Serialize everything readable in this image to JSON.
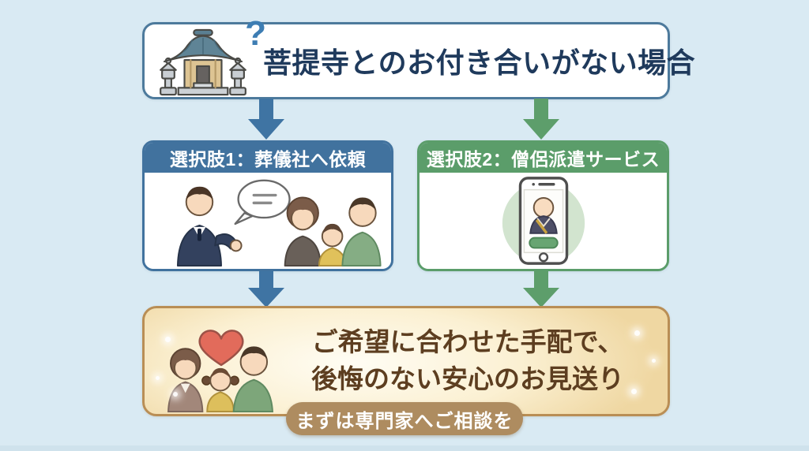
{
  "background": "#d9eaf3",
  "colors": {
    "blue_accent": "#41729e",
    "green_accent": "#5b9d6a",
    "navy_text": "#1f3a5c",
    "tan_border": "#b98e55",
    "brown_text": "#5d3e20",
    "pill_bg": "#ae8c60"
  },
  "top_box": {
    "title": "菩提寺とのお付き合いがない場合",
    "question_mark": "?",
    "icon": "temple-icon"
  },
  "options": [
    {
      "header": "選択肢1：葬儀社へ依頼",
      "icon": "funeral-consultation-illustration",
      "accent": "#41729e"
    },
    {
      "header": "選択肢2：僧侶派遣サービス",
      "icon": "monk-dispatch-app-illustration",
      "accent": "#5b9d6a"
    }
  ],
  "result_box": {
    "line1": "ご希望に合わせた手配で、",
    "line2": "後悔のない安心のお見送り",
    "icon": "family-heart-illustration",
    "badge": "まずは専門家へご相談を"
  }
}
